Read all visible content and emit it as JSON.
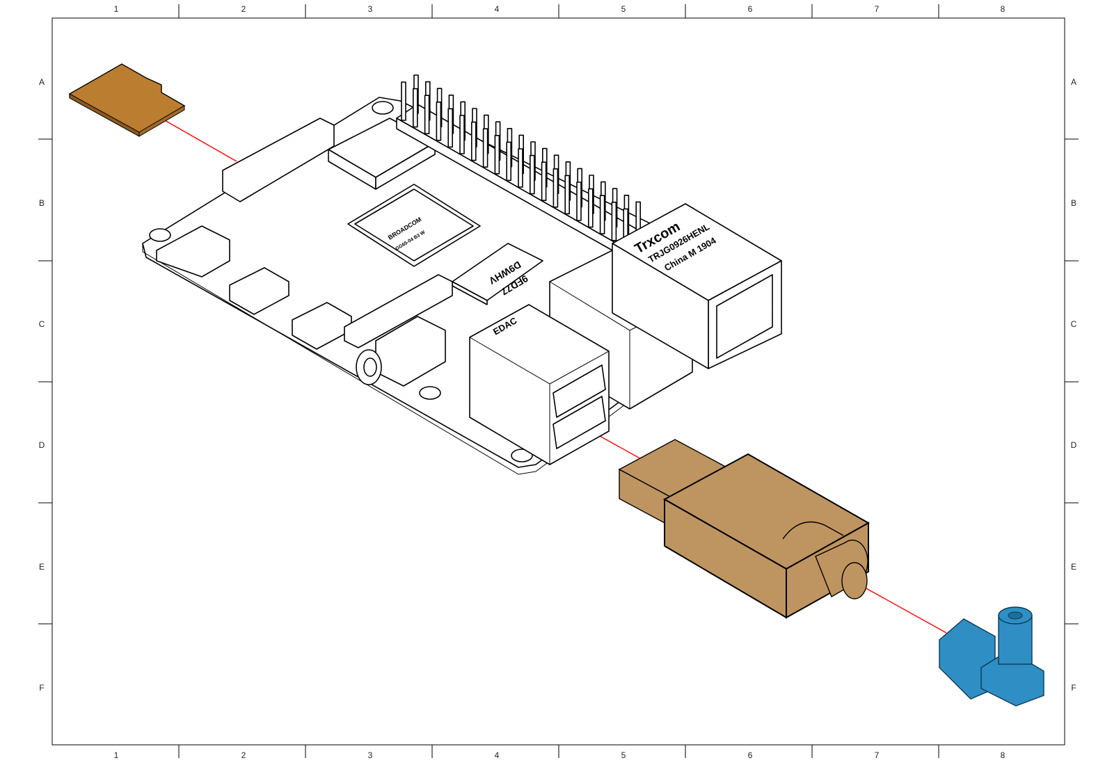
{
  "frame": {
    "columns": [
      "1",
      "2",
      "3",
      "4",
      "5",
      "6",
      "7",
      "8"
    ],
    "rows": [
      "A",
      "B",
      "C",
      "D",
      "E",
      "F"
    ]
  },
  "components": {
    "soc": {
      "line1": "BROADCOM",
      "line2": "GG65-04   B3   W"
    },
    "ram": {
      "line1": "D9WHV",
      "line2": "9FD77"
    },
    "ethernet_jack": {
      "brand": "Trxcom",
      "part": "TRJG0926HENL",
      "origin": "China  M  1904"
    },
    "usb_block": {
      "brand": "EDAC"
    }
  },
  "colors": {
    "sd_card": "#bb7d2f",
    "usb_dongle": "#be9460",
    "sma_connector": "#2f8fc4",
    "explode_line": "#ff0000",
    "outline": "#000000"
  }
}
